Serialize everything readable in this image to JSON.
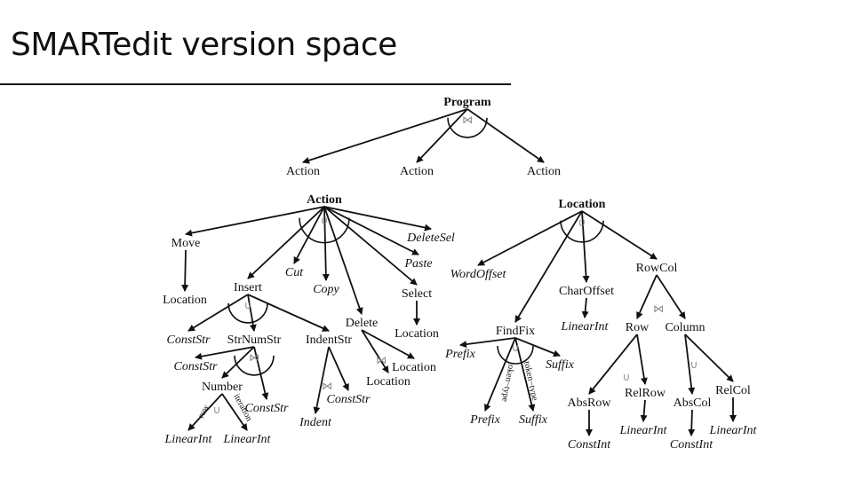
{
  "slide": {
    "title": "SMARTedit version space"
  },
  "diagram": {
    "nodes": [
      {
        "id": "program",
        "label": "Program",
        "style": "bold"
      },
      {
        "id": "pa1",
        "label": "Action",
        "style": "normal"
      },
      {
        "id": "pa2",
        "label": "Action",
        "style": "normal"
      },
      {
        "id": "pa3",
        "label": "Action",
        "style": "normal"
      },
      {
        "id": "action",
        "label": "Action",
        "style": "bold"
      },
      {
        "id": "move",
        "label": "Move",
        "style": "normal"
      },
      {
        "id": "moveLoc",
        "label": "Location",
        "style": "normal"
      },
      {
        "id": "insert",
        "label": "Insert",
        "style": "normal"
      },
      {
        "id": "cut",
        "label": "Cut",
        "style": "italic"
      },
      {
        "id": "copy",
        "label": "Copy",
        "style": "italic"
      },
      {
        "id": "delete",
        "label": "Delete",
        "style": "normal"
      },
      {
        "id": "select",
        "label": "Select",
        "style": "normal"
      },
      {
        "id": "paste",
        "label": "Paste",
        "style": "italic"
      },
      {
        "id": "deletesel",
        "label": "DeleteSel",
        "style": "italic"
      },
      {
        "id": "selLoc",
        "label": "Location",
        "style": "normal"
      },
      {
        "id": "insConst",
        "label": "ConstStr",
        "style": "italic"
      },
      {
        "id": "strnum",
        "label": "StrNumStr",
        "style": "normal"
      },
      {
        "id": "indentstr",
        "label": "IndentStr",
        "style": "normal"
      },
      {
        "id": "snsConst1",
        "label": "ConstStr",
        "style": "italic"
      },
      {
        "id": "number",
        "label": "Number",
        "style": "normal"
      },
      {
        "id": "snsConst2",
        "label": "ConstStr",
        "style": "italic"
      },
      {
        "id": "numLin1",
        "label": "LinearInt",
        "style": "italic"
      },
      {
        "id": "numLin2",
        "label": "LinearInt",
        "style": "italic"
      },
      {
        "id": "indent",
        "label": "Indent",
        "style": "italic"
      },
      {
        "id": "indConst",
        "label": "ConstStr",
        "style": "italic"
      },
      {
        "id": "delLoc1",
        "label": "Location",
        "style": "normal"
      },
      {
        "id": "delLoc2",
        "label": "Location",
        "style": "normal"
      },
      {
        "id": "location",
        "label": "Location",
        "style": "bold"
      },
      {
        "id": "wordoffset",
        "label": "WordOffset",
        "style": "italic"
      },
      {
        "id": "findfix",
        "label": "FindFix",
        "style": "normal"
      },
      {
        "id": "charoffset",
        "label": "CharOffset",
        "style": "normal"
      },
      {
        "id": "rowcol",
        "label": "RowCol",
        "style": "normal"
      },
      {
        "id": "charLin",
        "label": "LinearInt",
        "style": "italic"
      },
      {
        "id": "ffPrefix1",
        "label": "Prefix",
        "style": "italic"
      },
      {
        "id": "ffSuffix1",
        "label": "Suffix",
        "style": "italic"
      },
      {
        "id": "ffPrefix2",
        "label": "Prefix",
        "style": "italic"
      },
      {
        "id": "ffSuffix2",
        "label": "Suffix",
        "style": "italic"
      },
      {
        "id": "row",
        "label": "Row",
        "style": "normal"
      },
      {
        "id": "column",
        "label": "Column",
        "style": "normal"
      },
      {
        "id": "absrow",
        "label": "AbsRow",
        "style": "normal"
      },
      {
        "id": "relrow",
        "label": "RelRow",
        "style": "normal"
      },
      {
        "id": "abscol",
        "label": "AbsCol",
        "style": "normal"
      },
      {
        "id": "relcol",
        "label": "RelCol",
        "style": "normal"
      },
      {
        "id": "absrowInt",
        "label": "ConstInt",
        "style": "italic"
      },
      {
        "id": "relrowLin",
        "label": "LinearInt",
        "style": "italic"
      },
      {
        "id": "abscolInt",
        "label": "ConstInt",
        "style": "italic"
      },
      {
        "id": "relcolLin",
        "label": "LinearInt",
        "style": "italic"
      }
    ],
    "operators": {
      "join": "⋈",
      "union": "∪"
    },
    "edge_labels": {
      "row": "row",
      "iteration": "iteration",
      "token_type": "token−type"
    }
  }
}
